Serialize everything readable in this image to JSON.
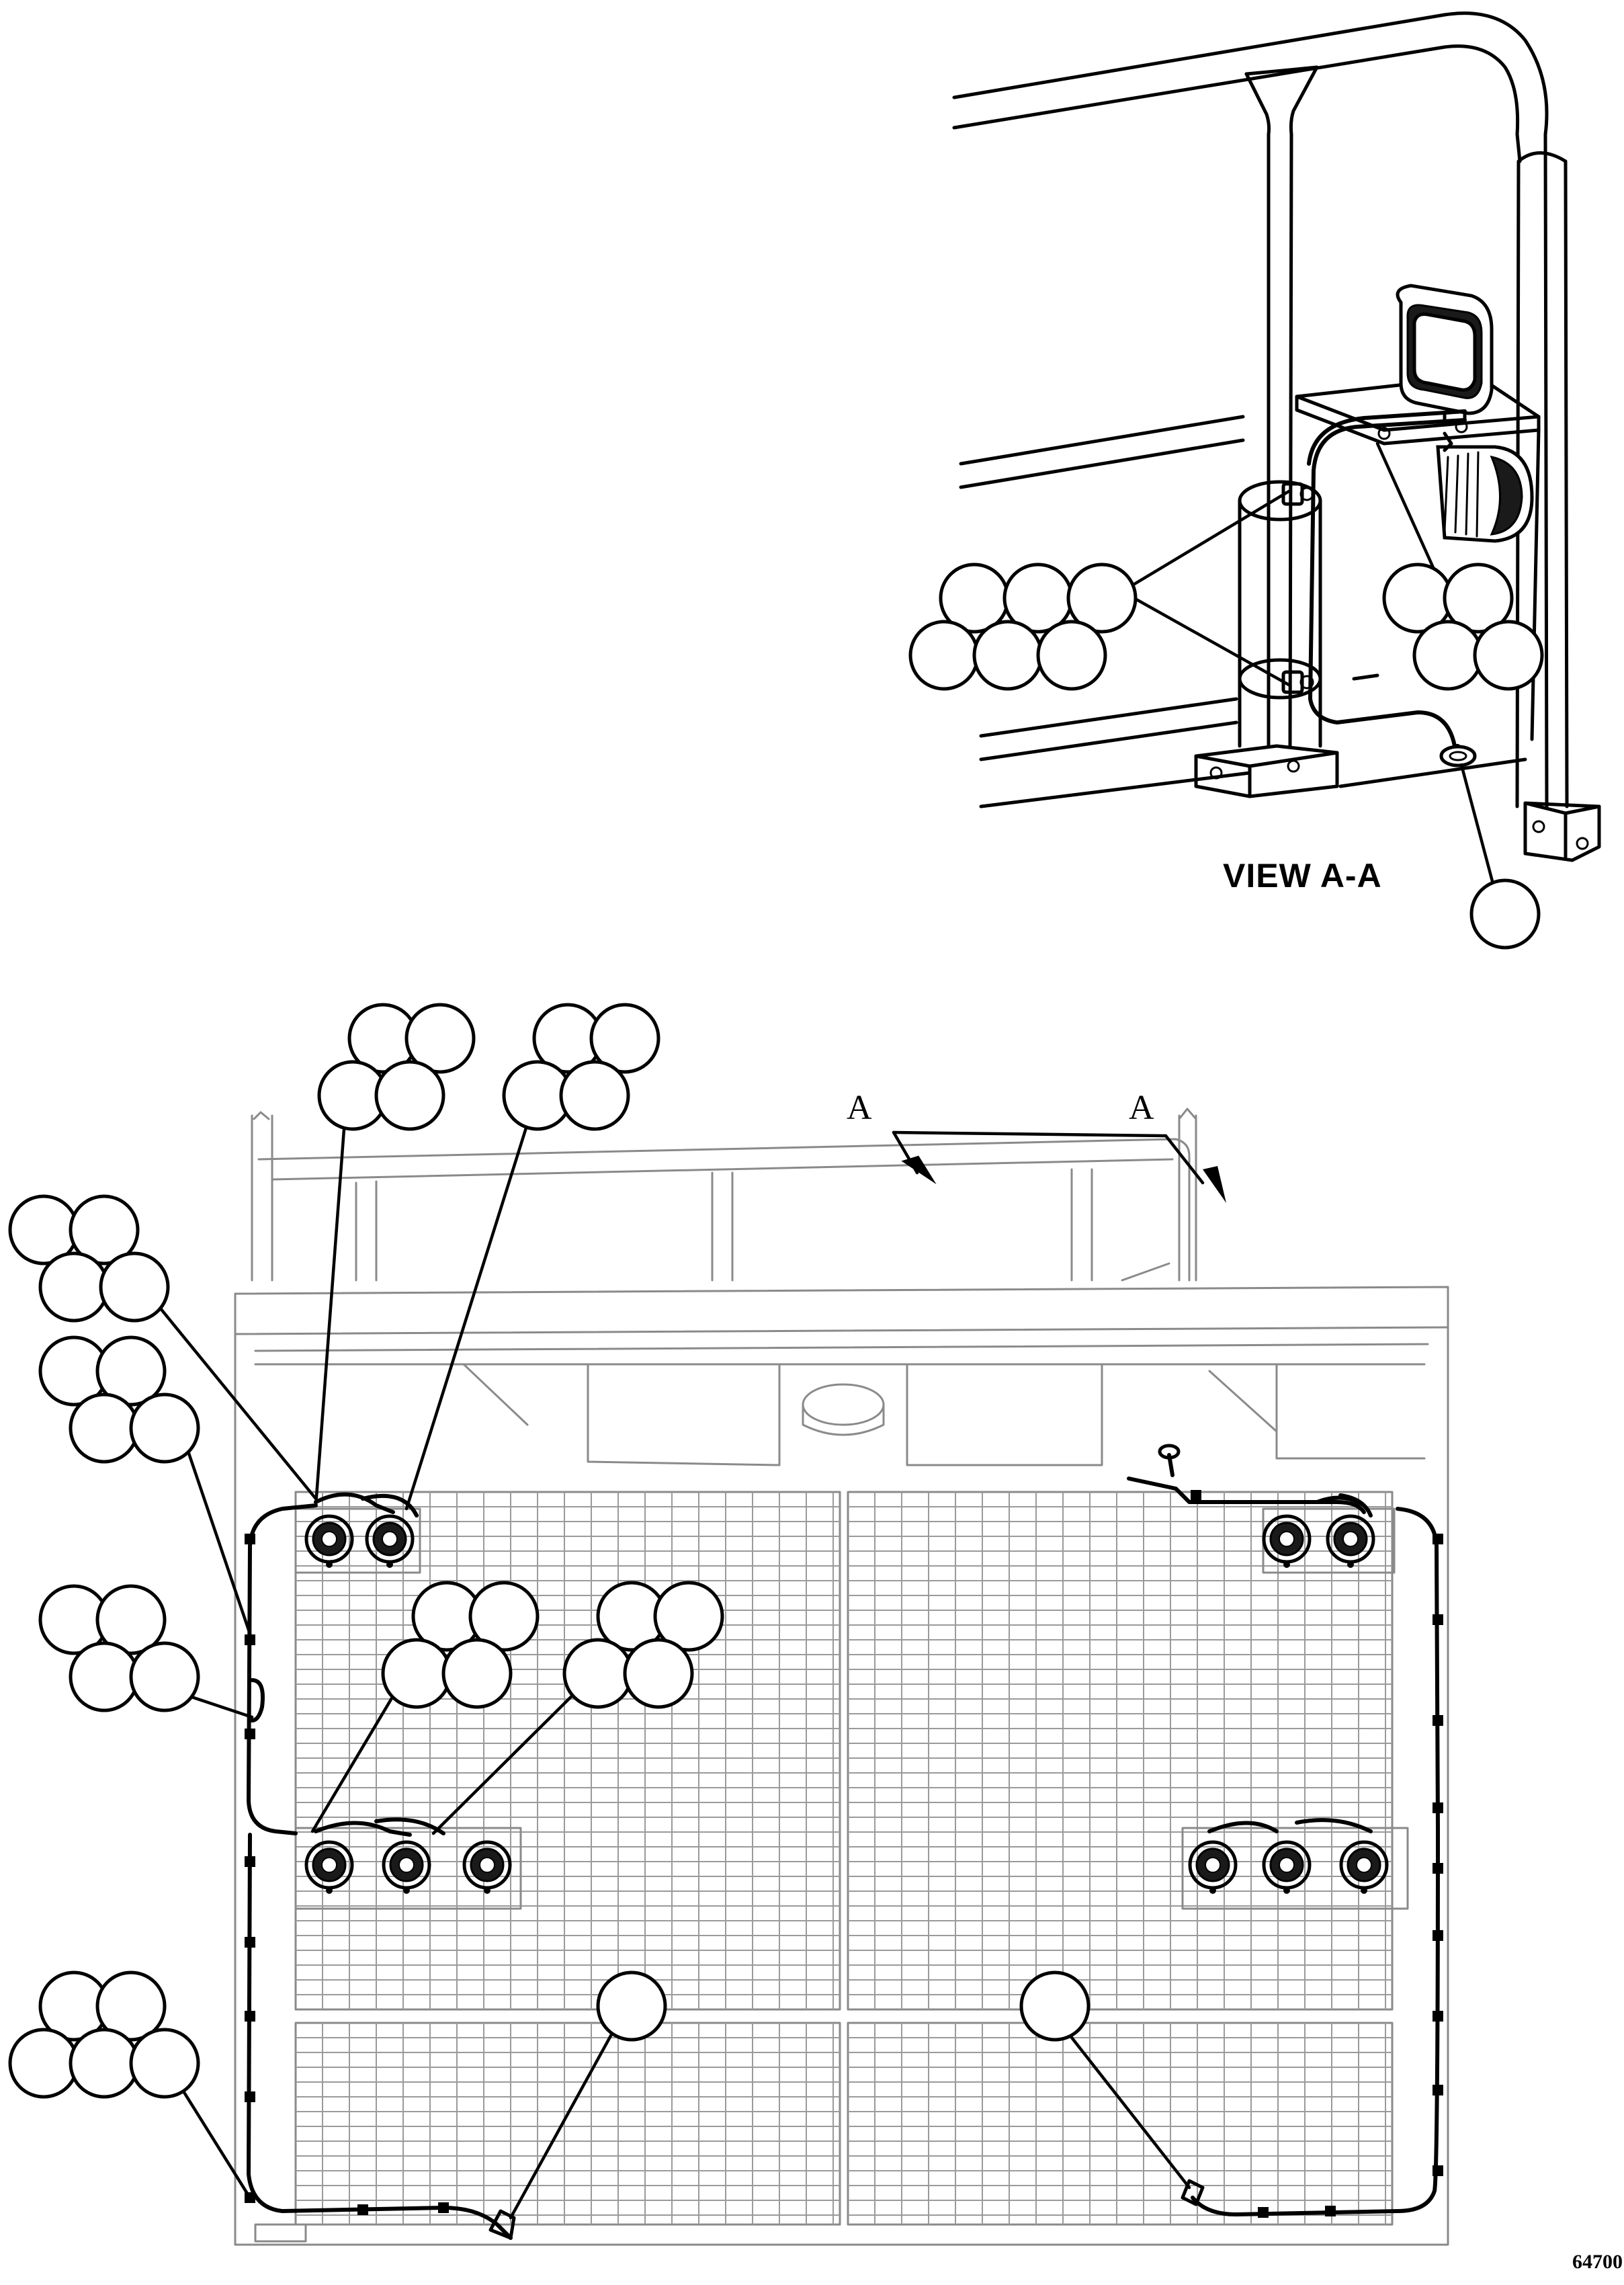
{
  "view_label": "VIEW A-A",
  "section_label_left": "A",
  "section_label_right": "A",
  "figure_number": "64700",
  "colors": {
    "line": "#000000",
    "ghost": "#8a8a8a",
    "background": "#ffffff"
  }
}
